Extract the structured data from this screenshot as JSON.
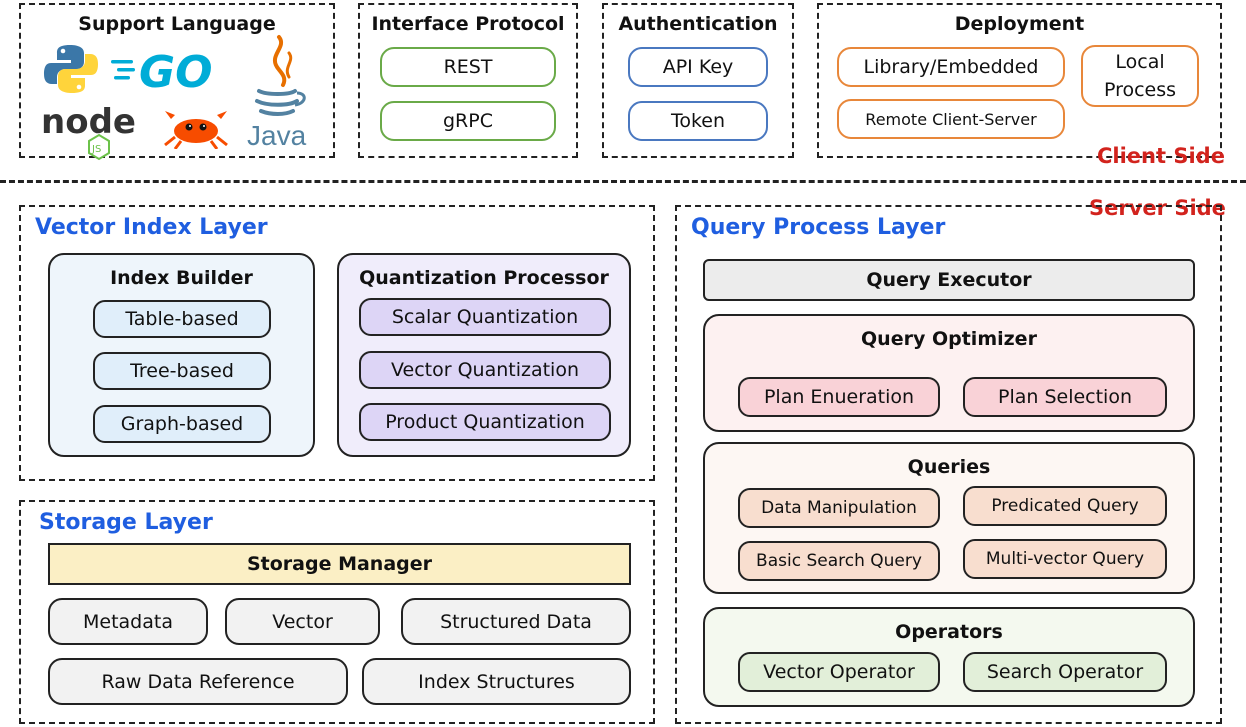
{
  "client": {
    "support_language": {
      "title": "Support Language",
      "languages": [
        "Python",
        "GO",
        "node",
        "JS",
        "Rust",
        "Java"
      ]
    },
    "interface_protocol": {
      "title": "Interface Protocol",
      "items": [
        "REST",
        "gRPC"
      ]
    },
    "authentication": {
      "title": "Authentication",
      "items": [
        "API Key",
        "Token"
      ]
    },
    "deployment": {
      "title": "Deployment",
      "items": [
        "Library/Embedded",
        "Local Process",
        "Remote Client-Server"
      ],
      "local_line1": "Local",
      "local_line2": "Process"
    },
    "label": "Client Side"
  },
  "server": {
    "label": "Server Side",
    "vector_index_layer": {
      "title": "Vector Index Layer",
      "index_builder": {
        "title": "Index Builder",
        "items": [
          "Table-based",
          "Tree-based",
          "Graph-based"
        ]
      },
      "quantization": {
        "title": "Quantization Processor",
        "items": [
          "Scalar Quantization",
          "Vector Quantization",
          "Product Quantization"
        ]
      }
    },
    "storage_layer": {
      "title": "Storage Layer",
      "manager": "Storage Manager",
      "items": [
        "Metadata",
        "Vector",
        "Structured Data",
        "Raw Data Reference",
        "Index Structures"
      ]
    },
    "query_process_layer": {
      "title": "Query Process Layer",
      "executor": "Query Executor",
      "optimizer": {
        "title": "Query Optimizer",
        "items": [
          "Plan Enueration",
          "Plan Selection"
        ]
      },
      "queries": {
        "title": "Queries",
        "items": [
          "Data Manipulation",
          "Predicated Query",
          "Basic Search Query",
          "Multi-vector Query"
        ]
      },
      "operators": {
        "title": "Operators",
        "items": [
          "Vector Operator",
          "Search Operator"
        ]
      }
    }
  },
  "colors": {
    "client_side": "#d2231d",
    "layer_title": "#1f5ee0",
    "index_builder_fill": "#eef5fb",
    "index_chip_fill": "#e0eefa",
    "quant_fill": "#f0edfb",
    "quant_chip_fill": "#ddd5f6",
    "storage_manager_fill": "#fbefc5",
    "storage_chip_fill": "#f2f2f2",
    "executor_fill": "#ececec",
    "optimizer_fill": "#fdf1f1",
    "optimizer_chip_fill": "#f9d2d7",
    "queries_fill": "#fdf7f3",
    "queries_chip_fill": "#f8decf",
    "operators_fill": "#f4f9ef",
    "operators_chip_fill": "#e2efd9"
  }
}
